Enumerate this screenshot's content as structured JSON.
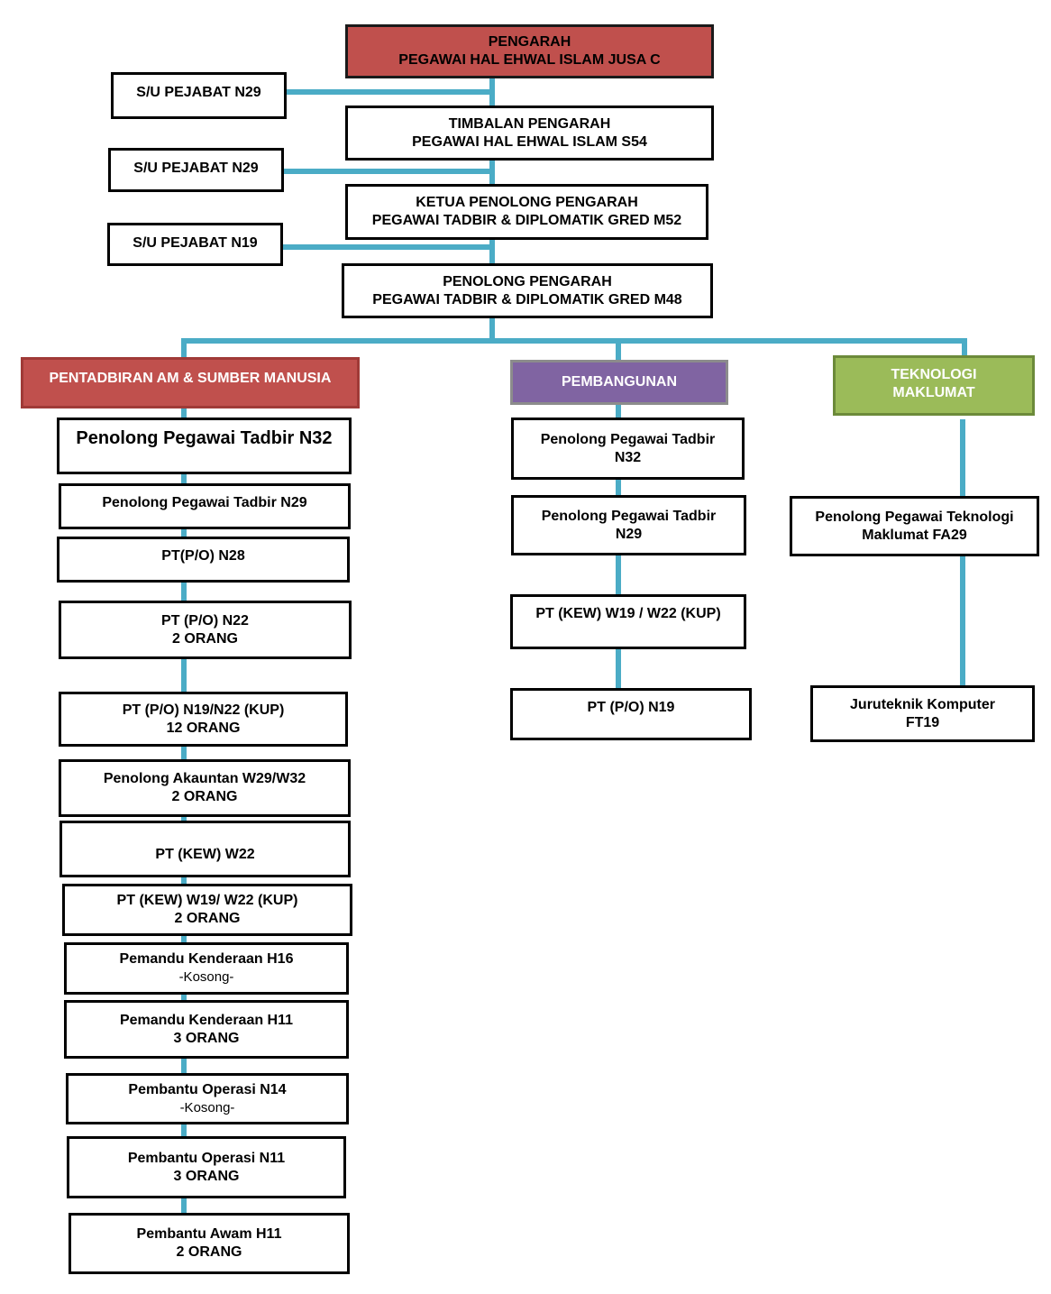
{
  "top": {
    "director": [
      "PENGARAH",
      "PEGAWAI HAL EHWAL ISLAM JUSA C"
    ],
    "deputy": [
      "TIMBALAN PENGARAH",
      "PEGAWAI HAL EHWAL ISLAM S54"
    ],
    "chief_assistant": [
      "KETUA PENOLONG PENGARAH",
      "PEGAWAI TADBIR & DIPLOMATIK GRED M52"
    ],
    "assistant": [
      "PENOLONG PENGARAH",
      "PEGAWAI TADBIR & DIPLOMATIK GRED M48"
    ]
  },
  "secretaries": [
    "S/U PEJABAT N29",
    "S/U PEJABAT N29",
    "S/U PEJABAT N19"
  ],
  "sections": {
    "admin": "PENTADBIRAN AM & SUMBER MANUSIA",
    "dev": "PEMBANGUNAN",
    "it": [
      "TEKNOLOGI",
      "MAKLUMAT"
    ]
  },
  "admin_units": [
    [
      "Penolong Pegawai Tadbir N32"
    ],
    [
      "Penolong Pegawai Tadbir N29"
    ],
    [
      "PT(P/O) N28"
    ],
    [
      "PT (P/O) N22",
      "2 ORANG"
    ],
    [
      "PT (P/O) N19/N22 (KUP)",
      "12 ORANG"
    ],
    [
      "Penolong Akauntan W29/W32",
      "2 ORANG"
    ],
    [
      "PT (KEW) W22"
    ],
    [
      "PT (KEW) W19/ W22 (KUP)",
      "2 ORANG"
    ],
    [
      "Pemandu Kenderaan H16",
      "-Kosong-"
    ],
    [
      "Pemandu Kenderaan H11",
      "3 ORANG"
    ],
    [
      "Pembantu Operasi N14",
      "-Kosong-"
    ],
    [
      "Pembantu Operasi N11",
      "3 ORANG"
    ],
    [
      "Pembantu Awam H11",
      "2 ORANG"
    ]
  ],
  "dev_units": [
    [
      "Penolong Pegawai Tadbir",
      "N32"
    ],
    [
      "Penolong Pegawai Tadbir",
      "N29"
    ],
    [
      "PT (KEW) W19 / W22 (KUP)"
    ],
    [
      "PT (P/O) N19"
    ]
  ],
  "it_units": [
    [
      "Penolong Pegawai Teknologi",
      "Maklumat FA29"
    ],
    [
      "Juruteknik Komputer",
      "FT19"
    ]
  ],
  "colors": {
    "connector": "#4bacc6",
    "director_fill": "#c0504d",
    "admin_fill": "#c0504d",
    "dev_fill": "#8064a2",
    "it_fill": "#9bbb59"
  }
}
